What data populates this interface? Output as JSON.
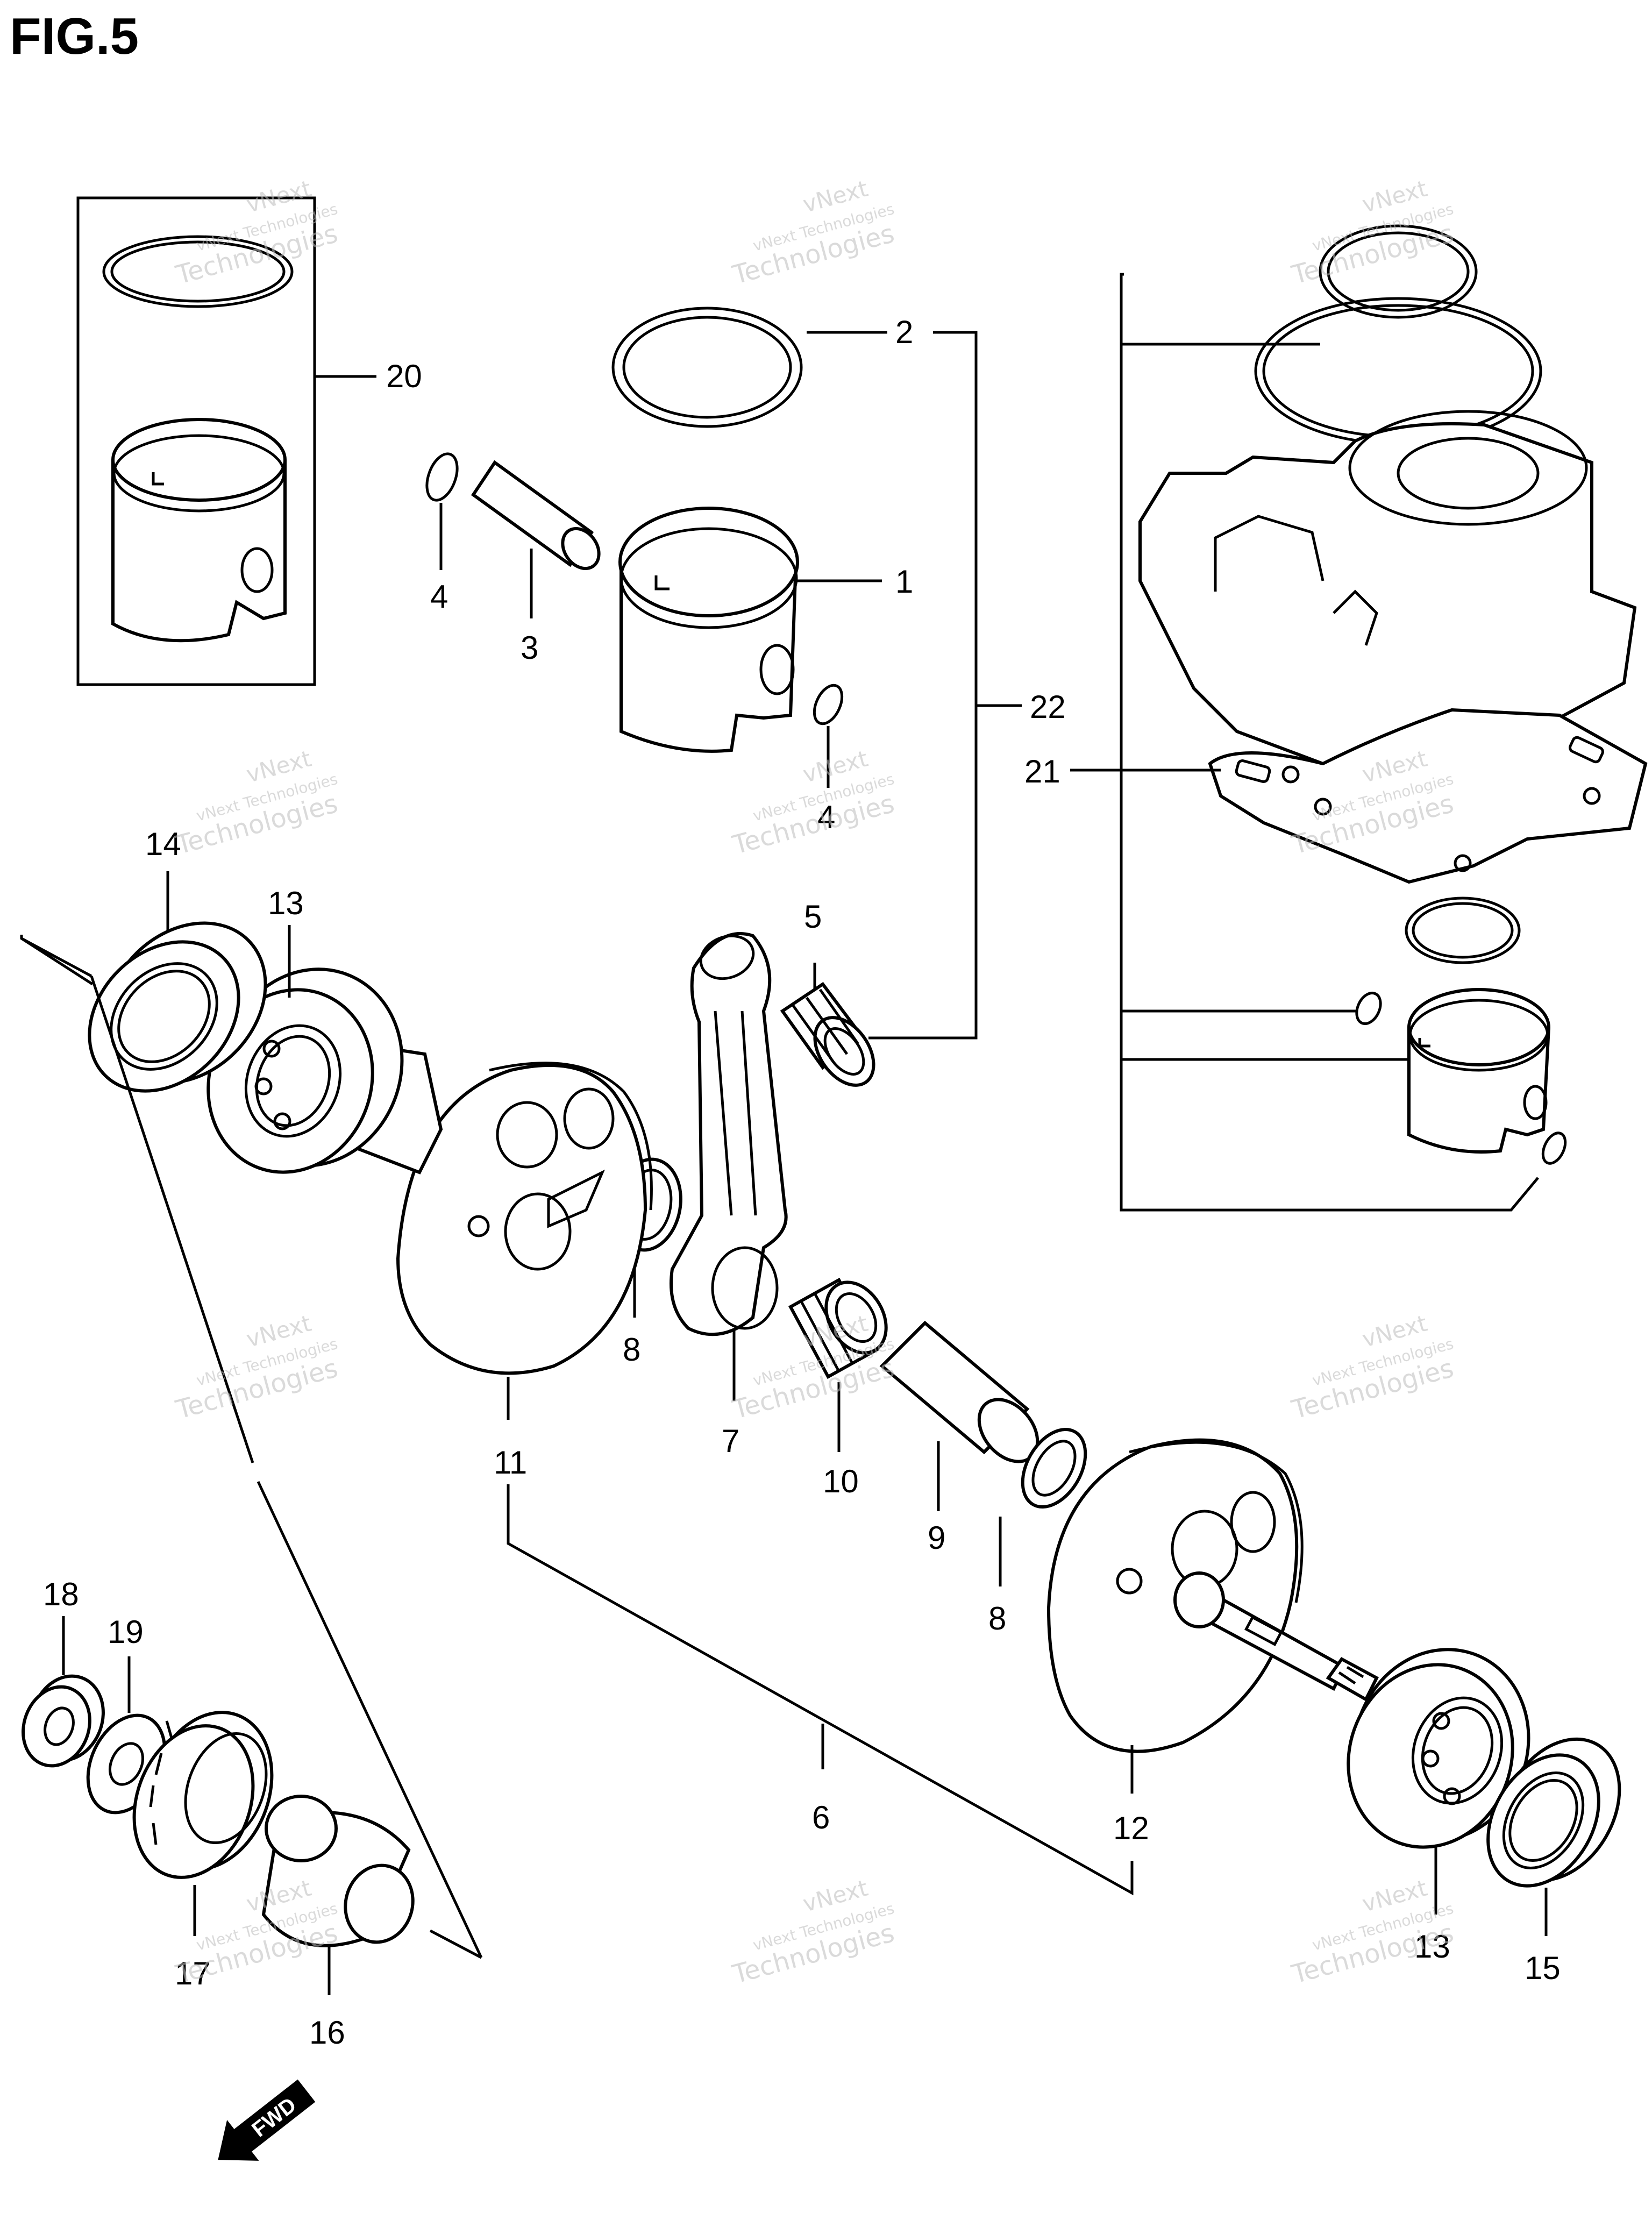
{
  "title": "FIG.5",
  "fwd_label": "FWD",
  "watermark": {
    "line1": "vNext",
    "line2": "vNext Technologies",
    "line3": "Technologies"
  },
  "callouts": {
    "c1": "1",
    "c2": "2",
    "c3": "3",
    "c4a": "4",
    "c4b": "4",
    "c5": "5",
    "c6": "6",
    "c7": "7",
    "c8a": "8",
    "c8b": "8",
    "c9": "9",
    "c10": "10",
    "c11": "11",
    "c12": "12",
    "c13a": "13",
    "c13b": "13",
    "c14": "14",
    "c15": "15",
    "c16": "16",
    "c17": "17",
    "c18": "18",
    "c19": "19",
    "c20": "20",
    "c21": "21",
    "c22": "22"
  }
}
